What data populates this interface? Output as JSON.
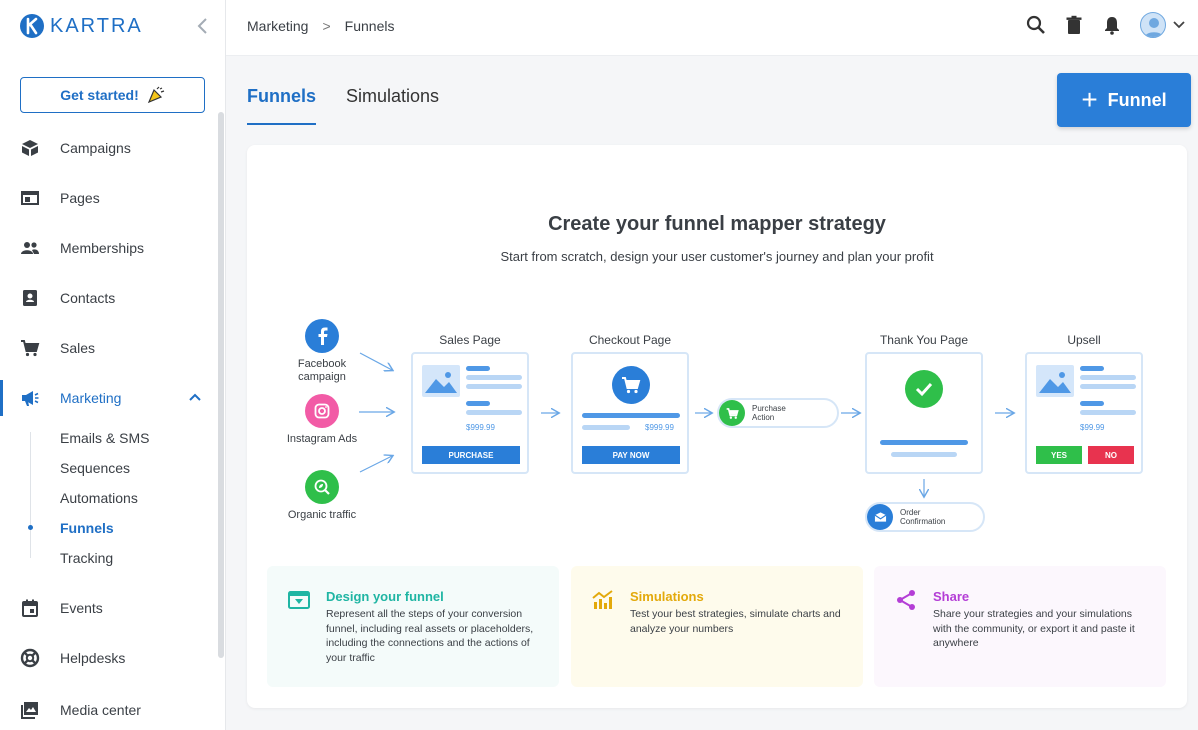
{
  "app": {
    "logo_text": "KARTRA",
    "brand_color": "#1f6fc5"
  },
  "sidebar": {
    "cta_label": "Get started!",
    "items": [
      {
        "label": "Campaigns",
        "icon": "campaigns-icon"
      },
      {
        "label": "Pages",
        "icon": "pages-icon"
      },
      {
        "label": "Memberships",
        "icon": "memberships-icon"
      },
      {
        "label": "Contacts",
        "icon": "contacts-icon"
      },
      {
        "label": "Sales",
        "icon": "cart-icon"
      },
      {
        "label": "Marketing",
        "icon": "megaphone-icon",
        "active": true
      },
      {
        "label": "Events",
        "icon": "calendar-icon"
      },
      {
        "label": "Helpdesks",
        "icon": "lifebuoy-icon"
      },
      {
        "label": "Media center",
        "icon": "media-icon"
      }
    ],
    "marketing_sub": [
      "Emails & SMS",
      "Sequences",
      "Automations",
      "Funnels",
      "Tracking"
    ],
    "active_sub": "Funnels"
  },
  "header": {
    "breadcrumb": [
      "Marketing",
      "Funnels"
    ],
    "breadcrumb_sep": ">",
    "icons": [
      "search-icon",
      "trash-icon",
      "bell-icon",
      "avatar",
      "chevron-down-icon"
    ]
  },
  "tabs": [
    {
      "label": "Funnels",
      "active": true
    },
    {
      "label": "Simulations",
      "active": false
    }
  ],
  "add_button": {
    "label": "Funnel",
    "plus": "+"
  },
  "card": {
    "title": "Create your funnel mapper strategy",
    "subtitle": "Start from scratch, design your user customer's journey and plan your profit",
    "sources": [
      {
        "label": "Facebook campaign",
        "color": "#2a7ed8",
        "icon": "facebook-icon"
      },
      {
        "label": "Instagram Ads",
        "color": "#f25ba6",
        "icon": "instagram-icon"
      },
      {
        "label": "Organic traffic",
        "color": "#2fbf4a",
        "icon": "organic-search-icon"
      }
    ],
    "stages": {
      "sales": {
        "title": "Sales Page",
        "price": "$999.99",
        "button": "PURCHASE"
      },
      "checkout": {
        "title": "Checkout Page",
        "price": "$999.99",
        "button": "PAY NOW"
      },
      "purchase_action": {
        "label": "Purchase Action"
      },
      "thank_you": {
        "title": "Thank You Page"
      },
      "order_confirmation": {
        "label": "Order Confirmation"
      },
      "upsell": {
        "title": "Upsell",
        "price": "$99.99",
        "yes": "YES",
        "no": "NO"
      }
    },
    "features": [
      {
        "title": "Design your funnel",
        "desc": "Represent all the steps of your conversion funnel, including real assets or placeholders, including the connections and the actions of your traffic",
        "color": "#1fb5a3",
        "bg": "#f4fbfa",
        "icon": "design-funnel-icon"
      },
      {
        "title": "Simulations",
        "desc": "Test your best strategies, simulate charts and analyze your numbers",
        "color": "#e3a90b",
        "bg": "#fefbec",
        "icon": "chart-icon"
      },
      {
        "title": "Share",
        "desc": "Share your strategies and your simulations with the community, or export it and paste it anywhere",
        "color": "#b43ed6",
        "bg": "#fcf7fd",
        "icon": "share-icon"
      }
    ]
  }
}
